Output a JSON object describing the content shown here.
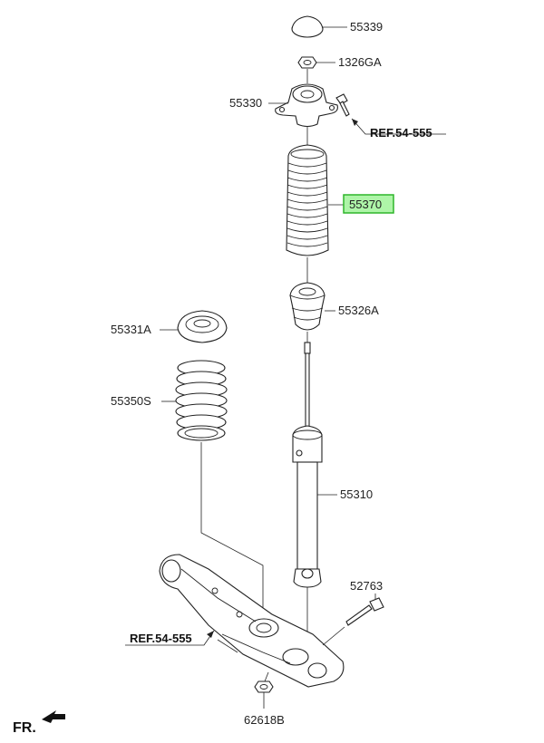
{
  "parts": {
    "p55339": "55339",
    "p1326GA": "1326GA",
    "p55330": "55330",
    "ref_top": "REF.54-555",
    "p55370": "55370",
    "p55326A": "55326A",
    "p55331A": "55331A",
    "p55350S": "55350S",
    "p55310": "55310",
    "p52763": "52763",
    "ref_left": "REF.54-555",
    "p62618B": "62618B"
  },
  "direction_label": "FR.",
  "highlight_part": "55370",
  "colors": {
    "highlight_fill": "#aef5a8",
    "highlight_border": "#2fb52a",
    "line": "#222222"
  }
}
